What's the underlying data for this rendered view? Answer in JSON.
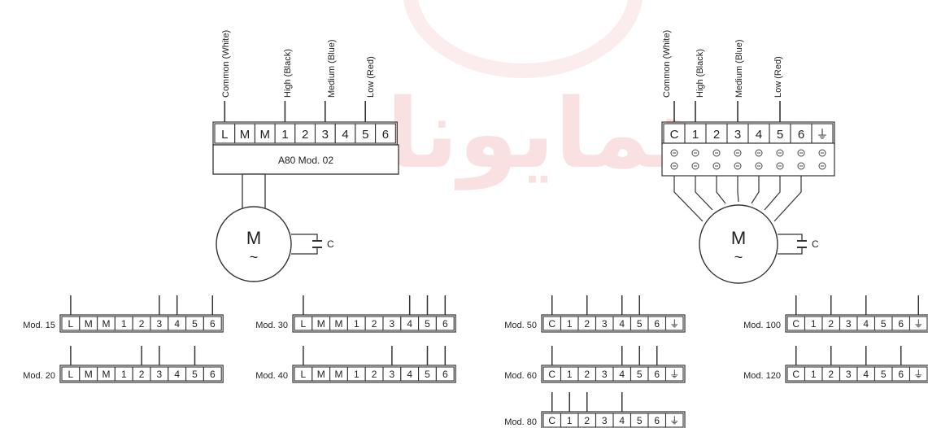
{
  "wire_labels_left": [
    "Common (White)",
    "High (Black)",
    "Medium (Blue)",
    "Low (Red)"
  ],
  "wire_labels_right": [
    "Common (White)",
    "High (Black)",
    "Medium (Blue)",
    "Low (Red)"
  ],
  "main_left": {
    "cells": [
      "L",
      "M",
      "M",
      "1",
      "2",
      "3",
      "4",
      "5",
      "6"
    ],
    "model_label": "A80 Mod. 02",
    "taps": [
      0,
      3,
      5,
      7
    ]
  },
  "main_right": {
    "cells": [
      "C",
      "1",
      "2",
      "3",
      "4",
      "5",
      "6",
      "⏚"
    ],
    "taps": [
      0,
      1,
      3,
      5
    ]
  },
  "motor_label": "M",
  "motor_symbol": "~",
  "capacitor_label": "C",
  "mods_left": [
    {
      "name": "Mod. 15",
      "taps": [
        0,
        5,
        6,
        8
      ]
    },
    {
      "name": "Mod. 30",
      "taps": [
        0,
        6,
        7,
        8
      ]
    },
    {
      "name": "Mod. 20",
      "taps": [
        0,
        4,
        5,
        7
      ]
    },
    {
      "name": "Mod. 40",
      "taps": [
        0,
        5,
        7,
        8
      ]
    }
  ],
  "mods_right": [
    {
      "name": "Mod. 50",
      "taps": [
        0,
        2,
        4,
        5
      ]
    },
    {
      "name": "Mod. 100",
      "taps": [
        0,
        2,
        4,
        7
      ]
    },
    {
      "name": "Mod. 60",
      "taps": [
        0,
        4,
        5,
        6
      ]
    },
    {
      "name": "Mod. 120",
      "taps": [
        0,
        2,
        4,
        6
      ]
    },
    {
      "name": "Mod. 80",
      "taps": [
        0,
        1,
        2,
        4
      ]
    }
  ],
  "watermark": "همایونا",
  "watermark_sub": "ﭘﺎ"
}
